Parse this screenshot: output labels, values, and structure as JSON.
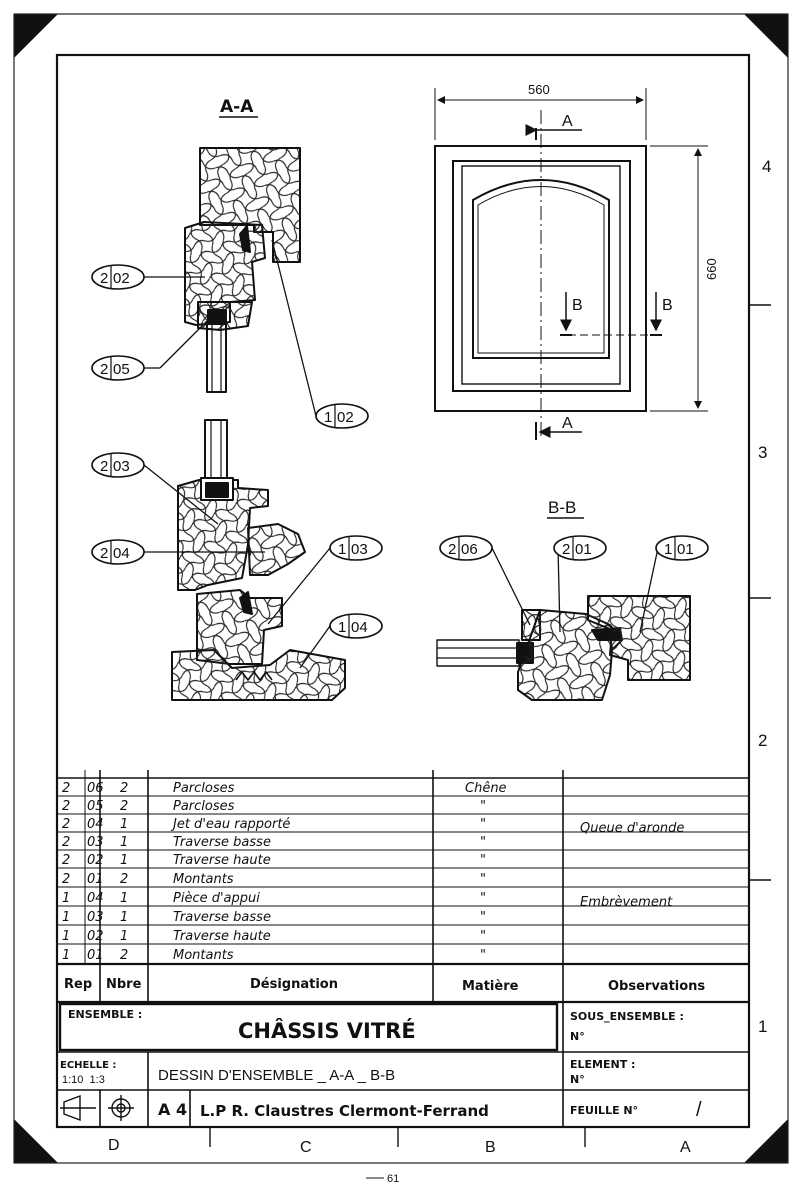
{
  "views": {
    "section_aa_title": "A-A",
    "section_bb_title": "B-B",
    "elevation": {
      "width_dim": "560",
      "height_dim": "660",
      "cut_a_top": "A",
      "cut_a_bottom": "A",
      "cut_b_left": "B",
      "cut_b_right": "B"
    }
  },
  "callouts": [
    {
      "ref_a": "2",
      "ref_b": "02"
    },
    {
      "ref_a": "2",
      "ref_b": "05"
    },
    {
      "ref_a": "1",
      "ref_b": "02"
    },
    {
      "ref_a": "2",
      "ref_b": "03"
    },
    {
      "ref_a": "2",
      "ref_b": "04"
    },
    {
      "ref_a": "1",
      "ref_b": "03"
    },
    {
      "ref_a": "1",
      "ref_b": "04"
    },
    {
      "ref_a": "2",
      "ref_b": "06"
    },
    {
      "ref_a": "2",
      "ref_b": "01"
    },
    {
      "ref_a": "1",
      "ref_b": "01"
    }
  ],
  "zones": {
    "right": [
      "4",
      "3",
      "2",
      "1"
    ],
    "bottom": [
      "D",
      "C",
      "B",
      "A"
    ]
  },
  "parts_list": {
    "rows": [
      {
        "rep_a": "2",
        "rep_b": "06",
        "nbre": "2",
        "designation": "Parcloses",
        "matiere": "Chêne",
        "observations": ""
      },
      {
        "rep_a": "2",
        "rep_b": "05",
        "nbre": "2",
        "designation": "Parcloses",
        "matiere": "\"",
        "observations": ""
      },
      {
        "rep_a": "2",
        "rep_b": "04",
        "nbre": "1",
        "designation": "Jet d'eau rapporté",
        "matiere": "\"",
        "observations": "Queue d'aronde"
      },
      {
        "rep_a": "2",
        "rep_b": "03",
        "nbre": "1",
        "designation": "Traverse basse",
        "matiere": "\"",
        "observations": ""
      },
      {
        "rep_a": "2",
        "rep_b": "02",
        "nbre": "1",
        "designation": "Traverse haute",
        "matiere": "\"",
        "observations": ""
      },
      {
        "rep_a": "2",
        "rep_b": "01",
        "nbre": "2",
        "designation": "Montants",
        "matiere": "\"",
        "observations": ""
      },
      {
        "rep_a": "1",
        "rep_b": "04",
        "nbre": "1",
        "designation": "Pièce d'appui",
        "matiere": "\"",
        "observations": "Embrèvement"
      },
      {
        "rep_a": "1",
        "rep_b": "03",
        "nbre": "1",
        "designation": "Traverse basse",
        "matiere": "\"",
        "observations": ""
      },
      {
        "rep_a": "1",
        "rep_b": "02",
        "nbre": "1",
        "designation": "Traverse haute",
        "matiere": "\"",
        "observations": ""
      },
      {
        "rep_a": "1",
        "rep_b": "01",
        "nbre": "2",
        "designation": "Montants",
        "matiere": "\"",
        "observations": ""
      }
    ],
    "headers": {
      "rep": "Rep",
      "nbre": "Nbre",
      "designation": "Désignation",
      "matiere": "Matière",
      "observations": "Observations"
    }
  },
  "title_block": {
    "ensemble_label": "ENSEMBLE :",
    "title": "CHÂSSIS VITRÉ",
    "sous_ensemble_label": "SOUS_ENSEMBLE :",
    "sous_ensemble_no": "N°",
    "echelle_label": "ECHELLE :",
    "echelle_values": "1:10  1:3",
    "dessin": "DESSIN D'ENSEMBLE _ A-A _ B-B",
    "element_label": "ELEMENT :",
    "element_no": "N°",
    "format": "A 4",
    "school": "L.P R. Claustres Clermont-Ferrand",
    "feuille_label": "FEUILLE N°",
    "feuille_value": "/"
  },
  "page_number": "61"
}
